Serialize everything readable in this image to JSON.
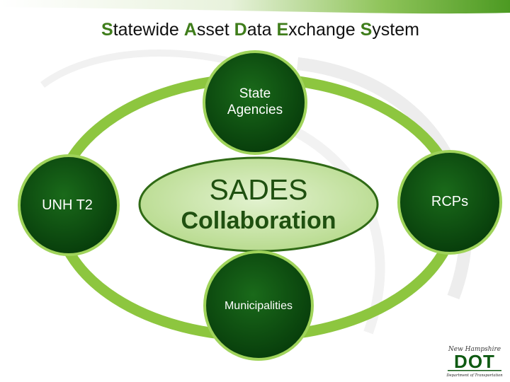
{
  "title": {
    "words": [
      {
        "cap": "S",
        "rest": "tatewide"
      },
      {
        "cap": "A",
        "rest": "sset"
      },
      {
        "cap": "D",
        "rest": "ata"
      },
      {
        "cap": "E",
        "rest": "xchange"
      },
      {
        "cap": "S",
        "rest": "ystem"
      }
    ]
  },
  "nodes": {
    "state_agencies": [
      "State",
      "Agencies"
    ],
    "unh_t2": "UNH T2",
    "rcps": "RCPs",
    "municipalities": "Municipalities"
  },
  "center": {
    "acronym": "SADES",
    "subtitle": "Collaboration"
  },
  "logo": {
    "script_text": "New Hampshire",
    "letters": "DOT",
    "tagline": "Department of Transportation"
  },
  "colors": {
    "ring": "#8dc63f",
    "node_fill": "#0a4a10",
    "node_border": "#9fd35a",
    "center_fill": "#c8e4a3",
    "accent": "#3f7d1b"
  }
}
